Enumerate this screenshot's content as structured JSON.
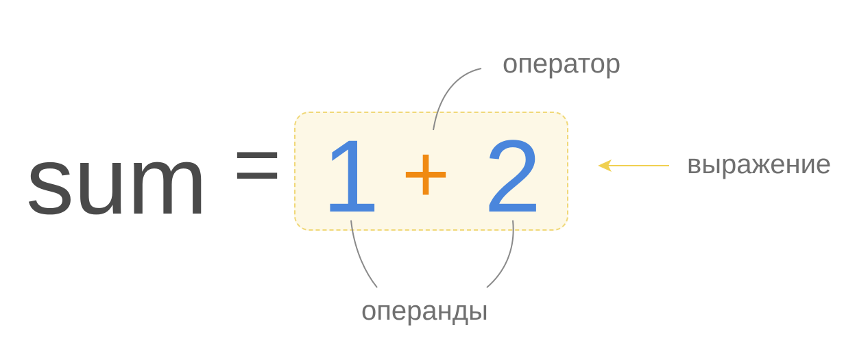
{
  "formula": {
    "variable": "sum",
    "assign": "=",
    "left_operand": "1",
    "operator": "+",
    "right_operand": "2"
  },
  "labels": {
    "operator": "оператор",
    "expression": "выражение",
    "operands": "операнды"
  },
  "colors": {
    "text": "#4a4a4a",
    "operand": "#4a86dc",
    "operator": "#f08a12",
    "expression_fill": "#fdf8e6",
    "expression_border": "#f0d878",
    "arrow": "#f0d050",
    "connector": "#8a8a8a",
    "label": "#6f6f6f"
  }
}
